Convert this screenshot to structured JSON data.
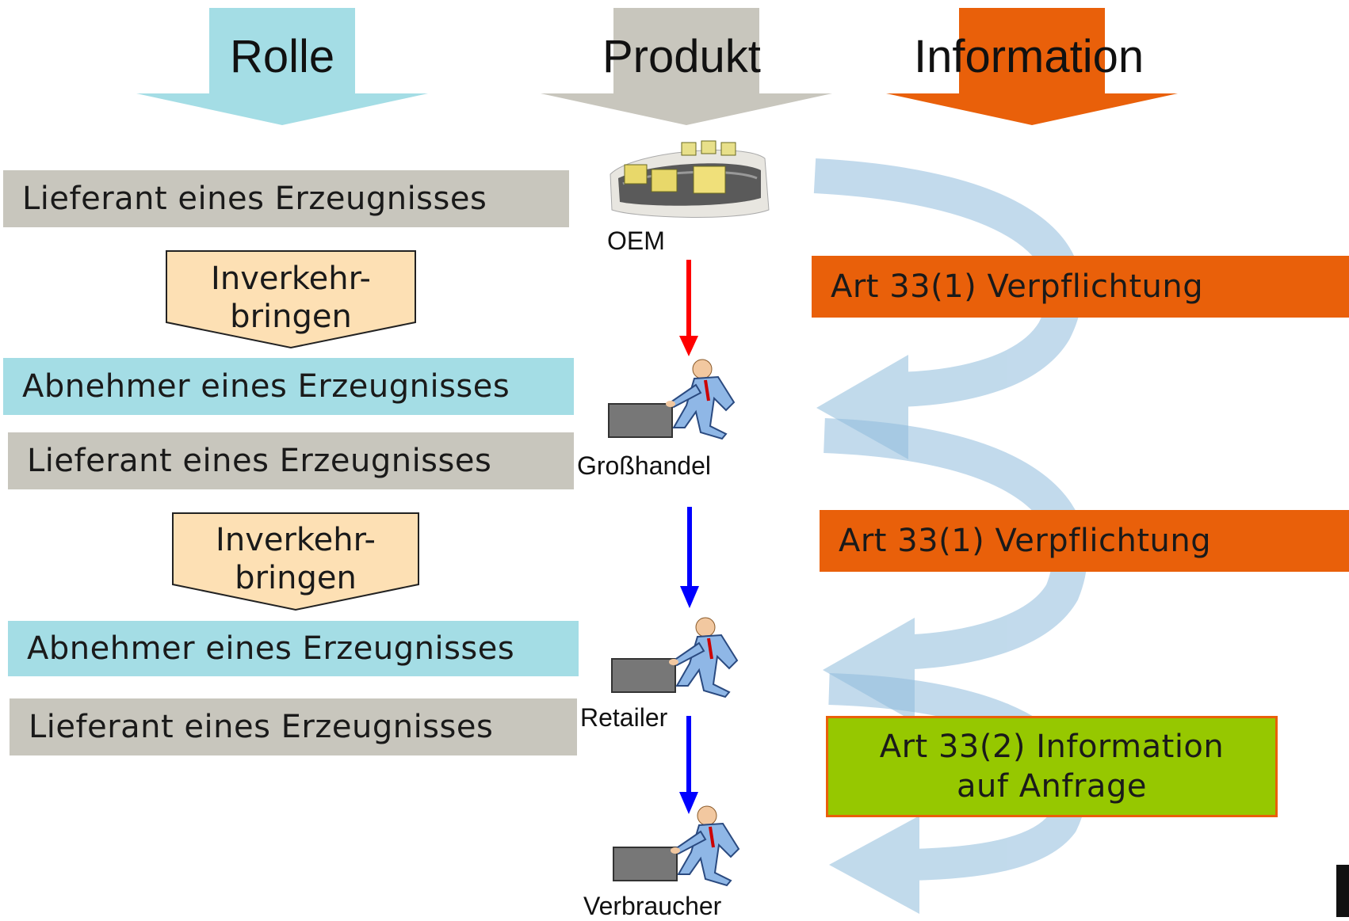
{
  "headers": {
    "rolle": "Rolle",
    "produkt": "Produkt",
    "information": "Information"
  },
  "roles": {
    "supplier_1": "Lieferant eines Erzeugnisses",
    "placing_1": "Inverkehr-\nbringen",
    "recipient_1": "Abnehmer eines Erzeugnisses",
    "supplier_2": "Lieferant eines Erzeugnisses",
    "placing_2": "Inverkehr-\nbringen",
    "recipient_2": "Abnehmer eines Erzeugnisses",
    "supplier_3": "Lieferant eines Erzeugnisses"
  },
  "products": {
    "oem": "OEM",
    "wholesale": "Großhandel",
    "retailer": "Retailer",
    "consumer": "Verbraucher"
  },
  "information": {
    "obligation_1": "Art 33(1) Verpflichtung",
    "obligation_2": "Art 33(1) Verpflichtung",
    "request_line1": "Art 33(2) Information",
    "request_line2": "auf Anfrage"
  },
  "colors": {
    "grey": "#c8c6bd",
    "cyan": "#a4dde5",
    "orange": "#e9600a",
    "green": "#96c800",
    "peach": "#fde0b4",
    "flow_arrow": "#8fbcdc",
    "red_arrow": "#ff0000",
    "blue_arrow": "#0000ff"
  },
  "icons": {
    "oem": "conveyor-boxes-icon",
    "person": "businessman-pushing-box-icon"
  }
}
